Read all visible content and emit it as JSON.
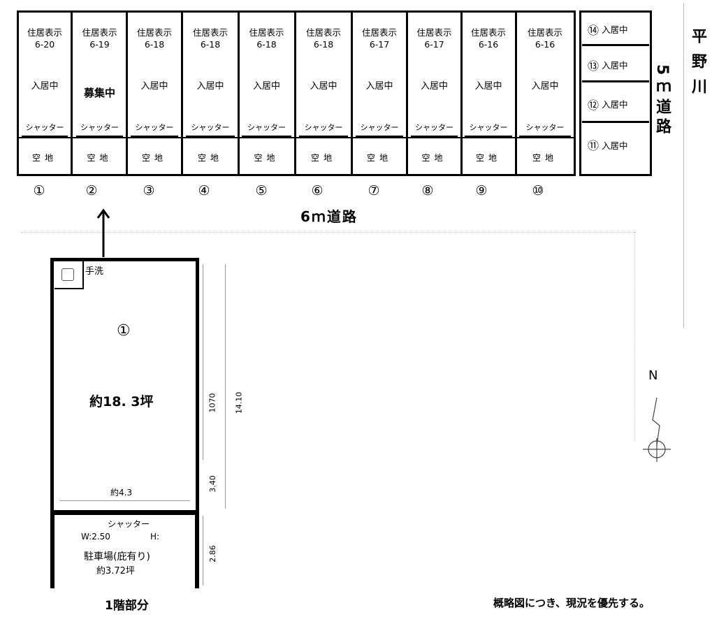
{
  "units_top": [
    {
      "addr_label": "住居表示",
      "addr_num": "6-20",
      "status": "入居中",
      "shutter": "シャッター",
      "lot": "空地",
      "num": "①"
    },
    {
      "addr_label": "住居表示",
      "addr_num": "6-19",
      "status": "募集中",
      "shutter": "シャッター",
      "lot": "空地",
      "num": "②"
    },
    {
      "addr_label": "住居表示",
      "addr_num": "6-18",
      "status": "入居中",
      "shutter": "シャッター",
      "lot": "空地",
      "num": "③"
    },
    {
      "addr_label": "住居表示",
      "addr_num": "6-18",
      "status": "入居中",
      "shutter": "シャッター",
      "lot": "空地",
      "num": "④"
    },
    {
      "addr_label": "住居表示",
      "addr_num": "6-18",
      "status": "入居中",
      "shutter": "シャッター",
      "lot": "空地",
      "num": "⑤"
    },
    {
      "addr_label": "住居表示",
      "addr_num": "6-18",
      "status": "入居中",
      "shutter": "シャッター",
      "lot": "空地",
      "num": "⑥"
    },
    {
      "addr_label": "住居表示",
      "addr_num": "6-17",
      "status": "入居中",
      "shutter": "シャッター",
      "lot": "空地",
      "num": "⑦"
    },
    {
      "addr_label": "住居表示",
      "addr_num": "6-17",
      "status": "入居中",
      "shutter": "シャッター",
      "lot": "空地",
      "num": "⑧"
    },
    {
      "addr_label": "住居表示",
      "addr_num": "6-16",
      "status": "入居中",
      "shutter": "シャッター",
      "lot": "空地",
      "num": "⑨"
    },
    {
      "addr_label": "住居表示",
      "addr_num": "6-16",
      "status": "入居中",
      "shutter": "シャッター",
      "lot": "空地",
      "num": "⑩"
    }
  ],
  "units_side": [
    {
      "num": "⑭",
      "status": "入居中"
    },
    {
      "num": "⑬",
      "status": "入居中"
    },
    {
      "num": "⑫",
      "status": "入居中"
    },
    {
      "num": "⑪",
      "status": "入居中"
    }
  ],
  "road_6m": "6ｍ道路",
  "road_5m": "5ｍ道路",
  "river": "平野川",
  "north": "N",
  "floor": {
    "washroom": "手洗",
    "unit_num": "①",
    "area": "約18. 3坪",
    "dim_1070": "1070",
    "dim_340": "3.40",
    "dim_1410": "14.10",
    "dim_width": "約4.3",
    "dim_286": "2.86",
    "shutter": "シャッター",
    "shutter_w": "W:2.50",
    "shutter_h": "H:",
    "parking": "駐車場(庇有り)",
    "parking_area": "約3.72坪",
    "floor_label": "1階部分"
  },
  "footnote": "概略図につき、現況を優先する。"
}
